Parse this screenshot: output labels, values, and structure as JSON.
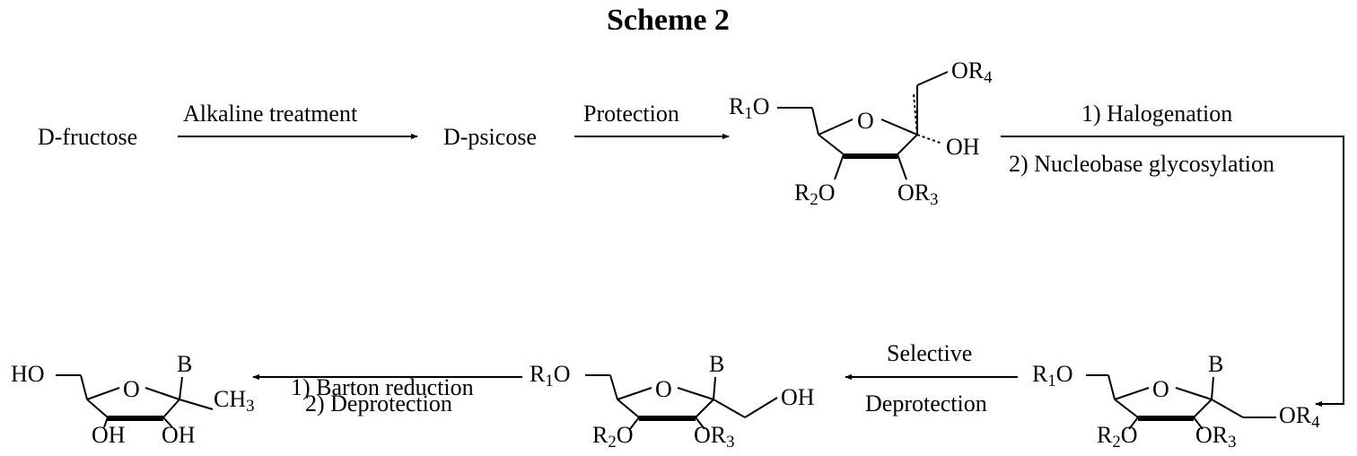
{
  "title": "Scheme 2",
  "start_material": "D-fructose",
  "intermediate": "D-psicose",
  "steps": {
    "alkaline": "Alkaline treatment",
    "protection": "Protection",
    "halogenation": "1) Halogenation",
    "glycosylation": "2) Nucleobase glycosylation",
    "selective": "Selective",
    "deprotection_sel": "Deprotection",
    "barton": "1) Barton reduction",
    "deprotection": "2) Deprotection"
  },
  "atoms": {
    "ring_oxygen": "O",
    "base": "B",
    "hydroxyl": "OH",
    "hydroxyl_5": "HO",
    "methyl": "CH",
    "methyl_sub": "3",
    "r1o_r": "R",
    "r1o_sub": "1",
    "r1o_o": "O",
    "r2o_r": "R",
    "r2o_sub": "2",
    "r2o_o": "O",
    "or3_or": "OR",
    "or3_sub": "3",
    "or4_or": "OR",
    "or4_sub": "4"
  }
}
